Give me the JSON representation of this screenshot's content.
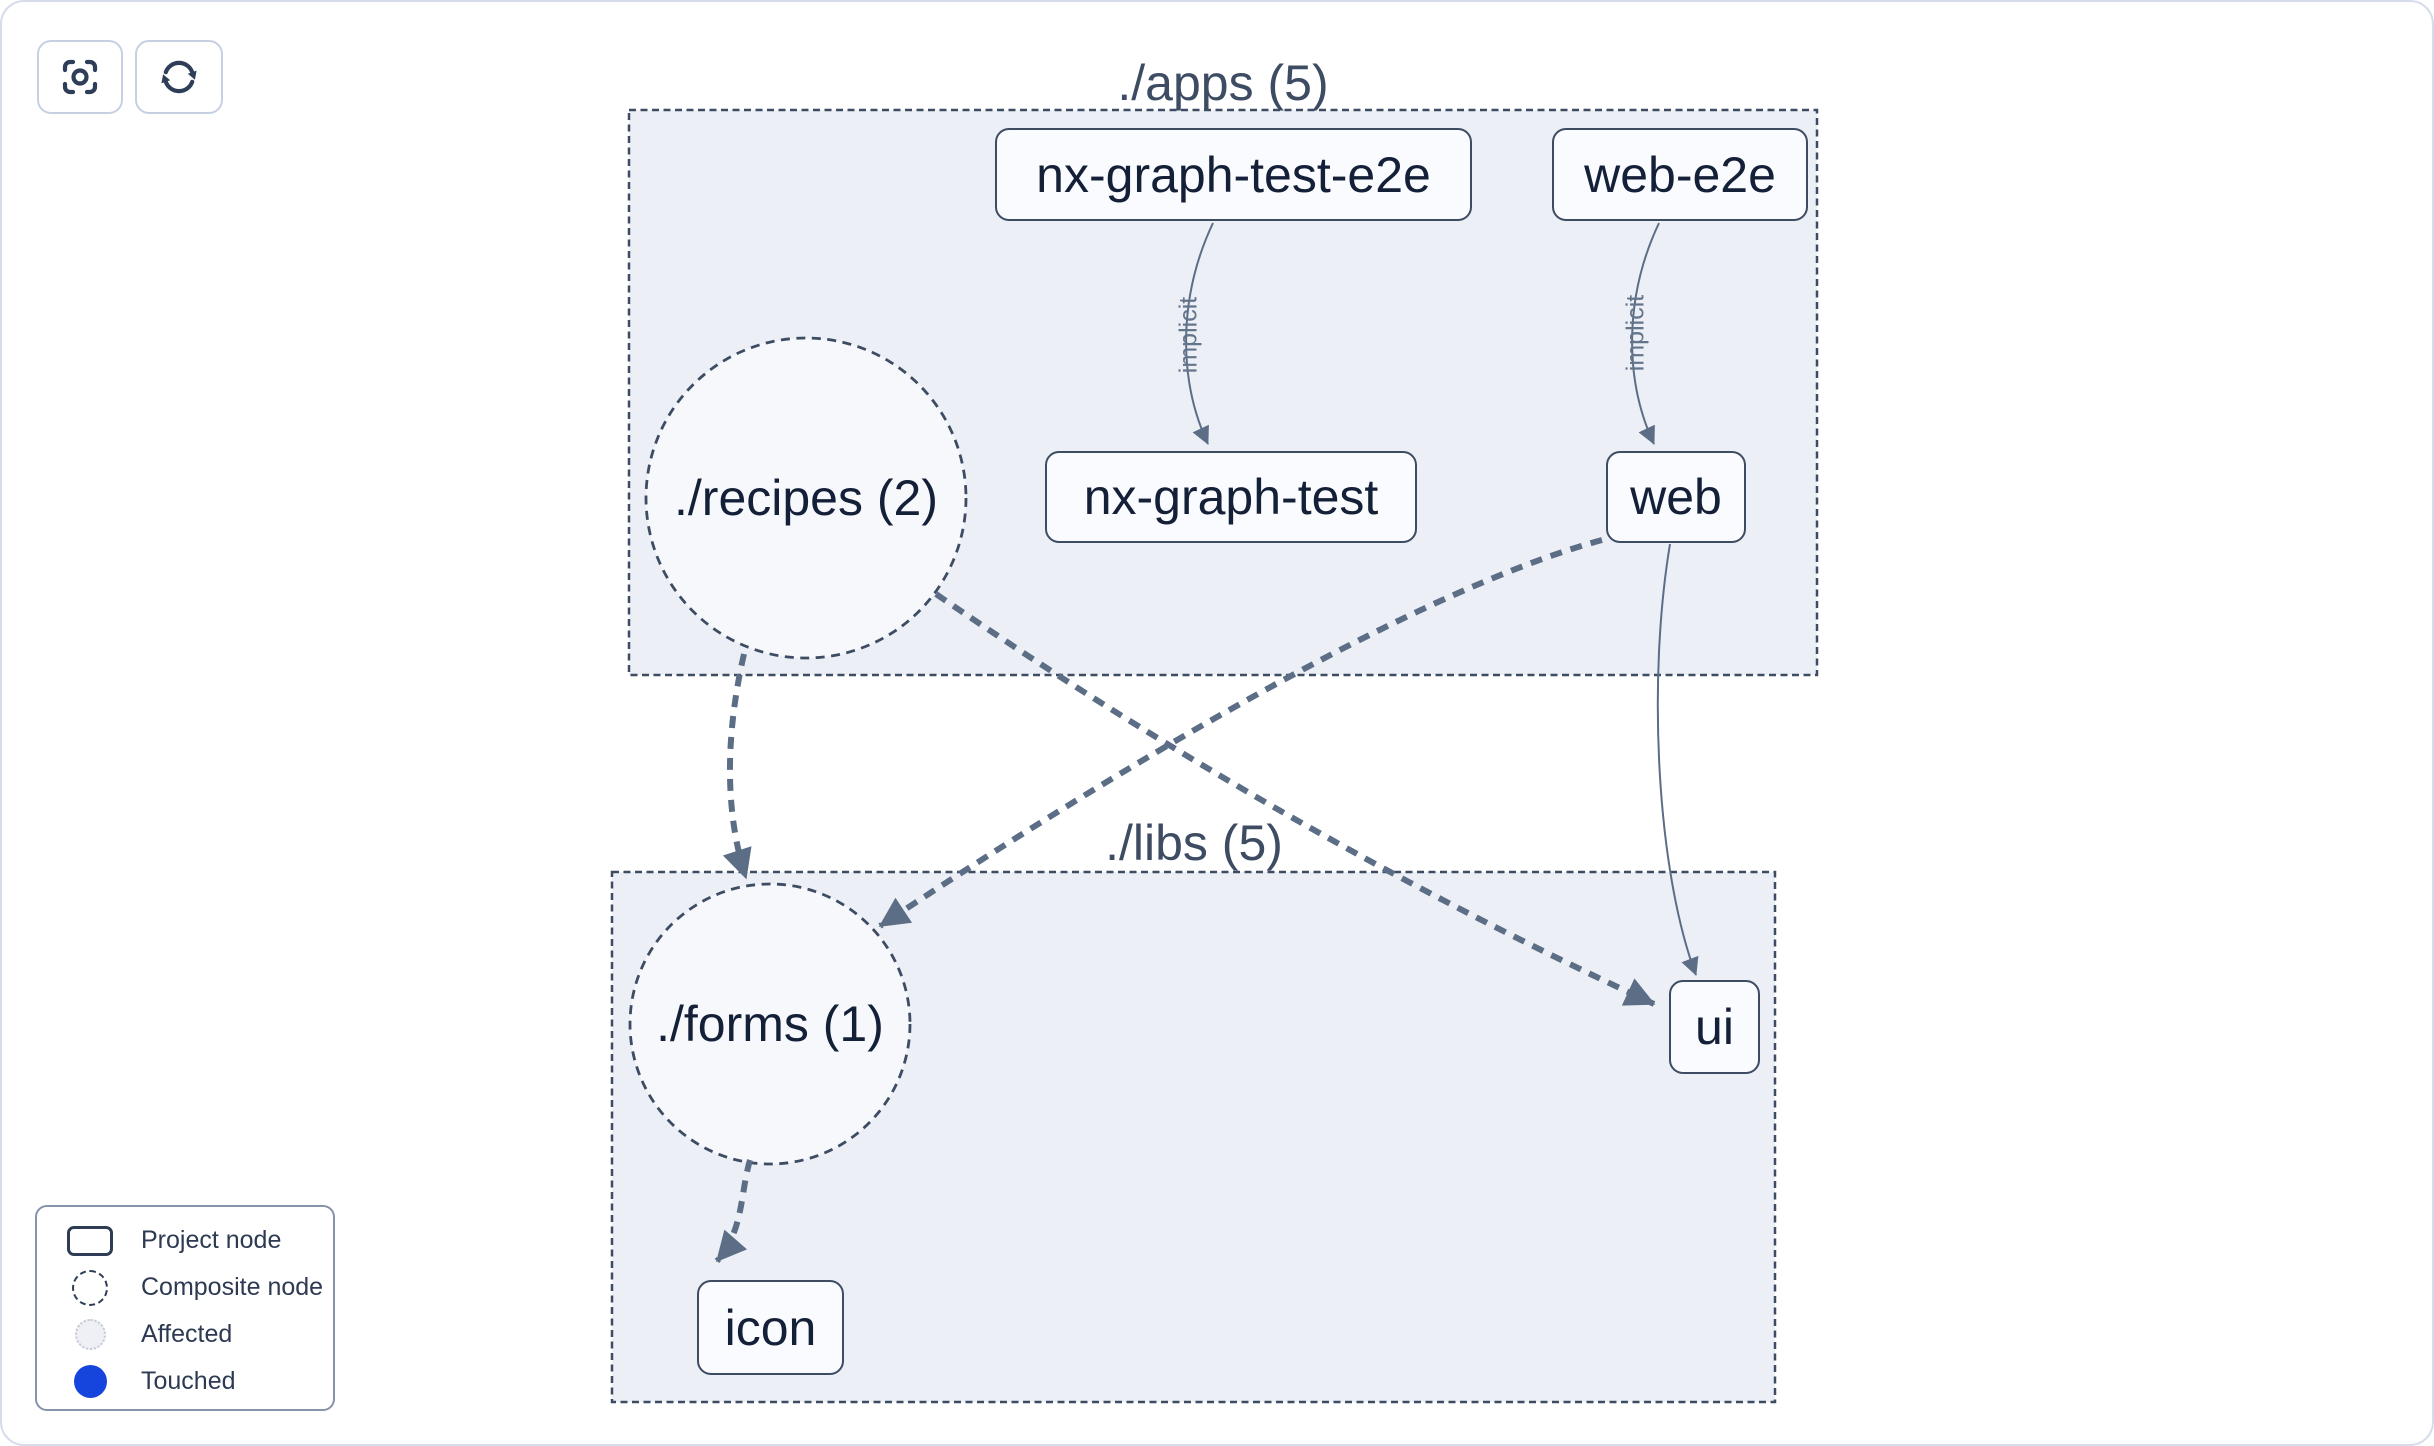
{
  "toolbar": {
    "buttons": [
      {
        "id": "focus",
        "icon": "focus-target-icon"
      },
      {
        "id": "refresh",
        "icon": "refresh-icon"
      }
    ]
  },
  "groups": {
    "apps": {
      "title": "./apps (5)"
    },
    "libs": {
      "title": "./libs (5)"
    }
  },
  "composite_nodes": {
    "recipes": {
      "label": "./recipes (2)"
    },
    "forms": {
      "label": "./forms (1)"
    }
  },
  "project_nodes": {
    "nx_graph_test_e2e": {
      "label": "nx-graph-test-e2e"
    },
    "web_e2e": {
      "label": "web-e2e"
    },
    "nx_graph_test": {
      "label": "nx-graph-test"
    },
    "web": {
      "label": "web"
    },
    "ui": {
      "label": "ui"
    },
    "icon": {
      "label": "icon"
    }
  },
  "edges": [
    {
      "from": "nx-graph-test-e2e",
      "to": "nx-graph-test",
      "label": "implicit",
      "style": "solid"
    },
    {
      "from": "web-e2e",
      "to": "web",
      "label": "implicit",
      "style": "solid"
    },
    {
      "from": "web",
      "to": "ui",
      "label": "",
      "style": "solid"
    },
    {
      "from": "./recipes (2)",
      "to": "./forms (1)",
      "label": "",
      "style": "dashed"
    },
    {
      "from": "./recipes (2)",
      "to": "ui",
      "label": "",
      "style": "dashed"
    },
    {
      "from": "web",
      "to": "./forms (1)",
      "label": "",
      "style": "dashed"
    },
    {
      "from": "./forms (1)",
      "to": "icon",
      "label": "",
      "style": "dashed"
    }
  ],
  "legend": {
    "items": [
      {
        "label": "Project node",
        "swatch": "project-node-outline"
      },
      {
        "label": "Composite node",
        "swatch": "composite-node-dashed-circle"
      },
      {
        "label": "Affected",
        "swatch": "affected-light-circle"
      },
      {
        "label": "Touched",
        "swatch": "touched-blue-circle"
      }
    ]
  },
  "colors": {
    "group_fill": "#ecf0f6",
    "node_fill": "#fafbfe",
    "stroke_dark": "#3d4c63",
    "edge": "#5c6d86",
    "edge_label": "#64748b",
    "text_dark": "#141f38",
    "touched_blue": "#1545dd",
    "canvas_border": "#d7dcec"
  }
}
